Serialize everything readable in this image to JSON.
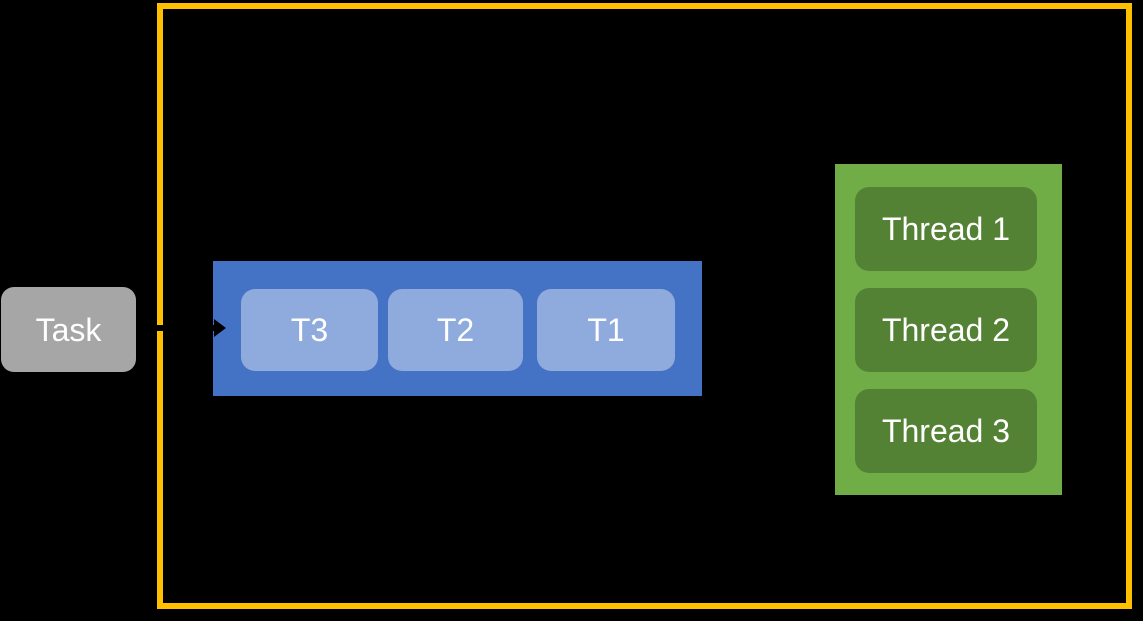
{
  "colors": {
    "background": "#000000",
    "boundary": "#FFC000",
    "task-fill": "#A6A6A6",
    "queue-fill": "#4472C4",
    "queue-item-fill": "#8FAADC",
    "pool-fill": "#70AD47",
    "pool-item-fill": "#548235",
    "text": "#FFFFFF",
    "connector": "#000000"
  },
  "task": {
    "label": "Task"
  },
  "queue": {
    "items": [
      {
        "label": "T3"
      },
      {
        "label": "T2"
      },
      {
        "label": "T1"
      }
    ]
  },
  "thread_pool": {
    "items": [
      {
        "label": "Thread 1"
      },
      {
        "label": "Thread 2"
      },
      {
        "label": "Thread 3"
      }
    ]
  }
}
